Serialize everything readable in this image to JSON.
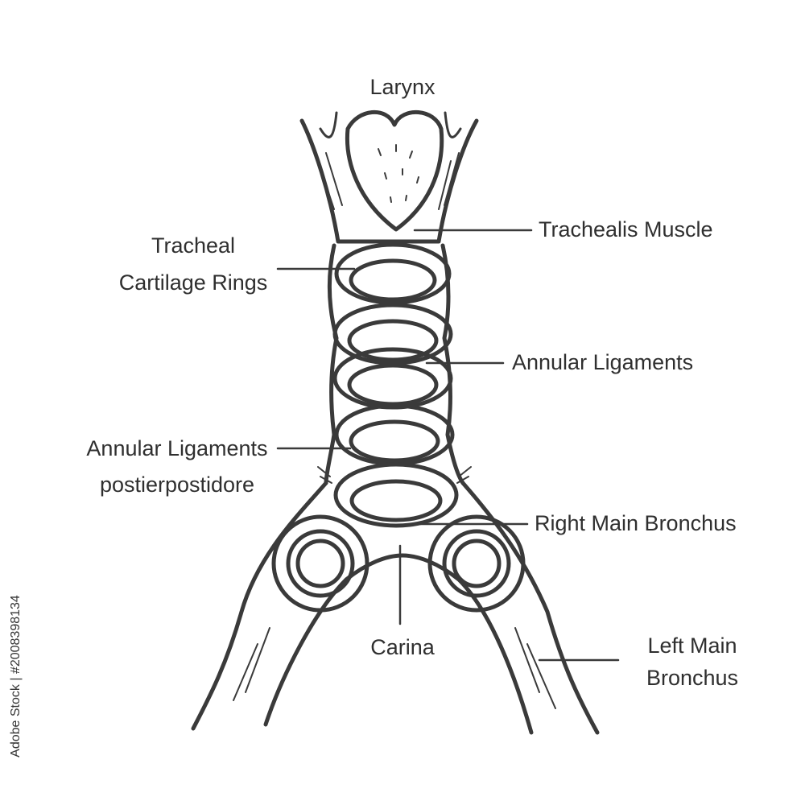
{
  "labels": {
    "larynx": "Larynx",
    "trachealis_muscle": "Trachealis Muscle",
    "tracheal_rings_line1": "Tracheal",
    "tracheal_rings_line2": "Cartilage Rings",
    "annular_ligaments": "Annular Ligaments",
    "annular_post_line1": "Annular Ligaments",
    "annular_post_line2": "postierpostidore",
    "right_main_bronchus": "Right Main Bronchus",
    "carina": "Carina",
    "left_main_line1": "Left Main",
    "left_main_line2": "Bronchus"
  },
  "stock_mark": "Adobe Stock | #2008398134",
  "colors": {
    "ink": "#3a3a3a",
    "background": "#ffffff"
  }
}
